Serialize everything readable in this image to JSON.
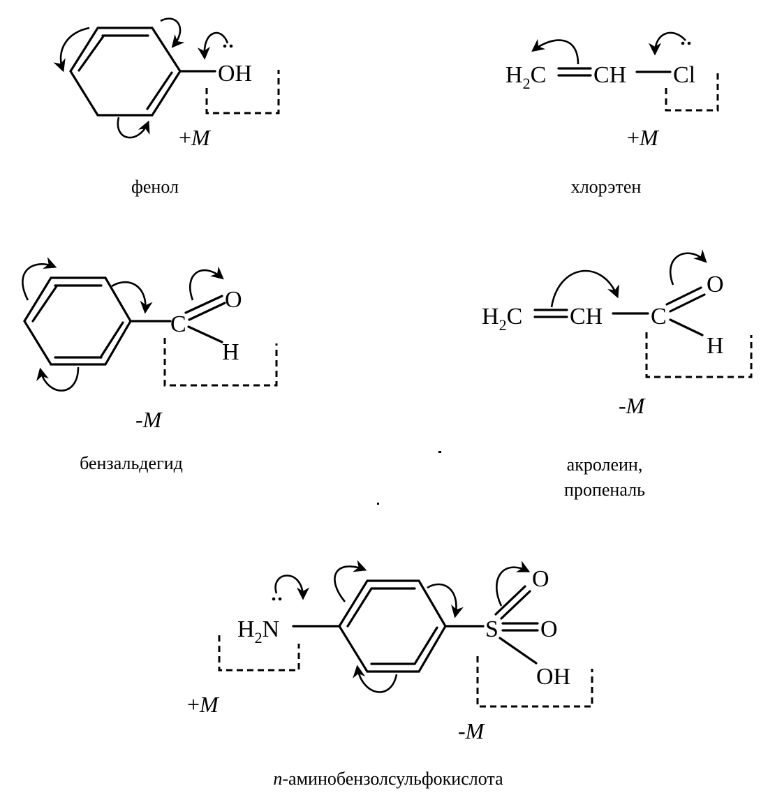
{
  "molecules": {
    "phenol": {
      "group": "OH",
      "effect_sign": "+",
      "effect": "M",
      "caption": "фенол"
    },
    "chloroethene": {
      "left_h": "H",
      "left_h_sub": "2",
      "left_c": "C",
      "middle": "CH",
      "group": "Cl",
      "effect_sign": "+",
      "effect": "M",
      "caption": "хлорэтен"
    },
    "benzaldehyde": {
      "carbon": "C",
      "oxygen": "O",
      "hydrogen": "H",
      "effect_sign": "-",
      "effect": "M",
      "caption": "бензальдегид"
    },
    "acrolein": {
      "left_h": "H",
      "left_h_sub": "2",
      "left_c": "C",
      "middle": "CH",
      "carbon": "C",
      "oxygen": "O",
      "hydrogen": "H",
      "effect_sign": "-",
      "effect": "M",
      "caption_line1": "акролеин,",
      "caption_line2": "пропеналь"
    },
    "sulfanilic_acid": {
      "amine_h": "H",
      "amine_sub": "2",
      "amine_n": "N",
      "sulfur": "S",
      "oxygen_top": "O",
      "oxygen_right": "O",
      "hydroxyl": "OH",
      "left_effect_sign": "+",
      "left_effect": "M",
      "right_effect_sign": "-",
      "right_effect": "M",
      "caption_prefix": "п",
      "caption_rest": "-аминобензолсульфокислота"
    }
  }
}
